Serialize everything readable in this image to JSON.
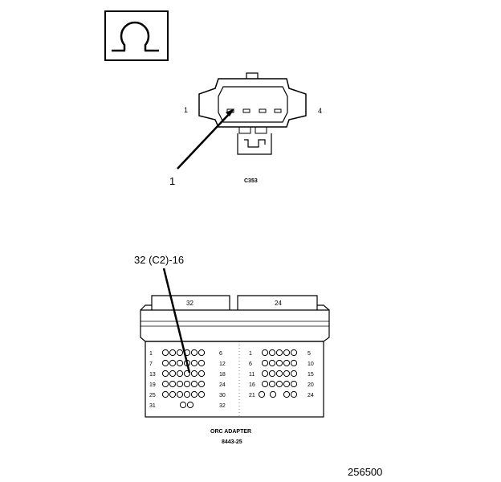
{
  "symbol": {
    "icon": "ohm-symbol-icon",
    "glyph": "Ω"
  },
  "connector_c353": {
    "pin_left": "1",
    "pin_right": "4",
    "callout": "1",
    "label": "C353"
  },
  "adapter": {
    "callout": "32 (C2)-16",
    "tab_left": "32",
    "tab_right": "24",
    "left_block": {
      "rows": [
        {
          "start": "1",
          "end": "6"
        },
        {
          "start": "7",
          "end": "12"
        },
        {
          "start": "13",
          "end": "18"
        },
        {
          "start": "19",
          "end": "24"
        },
        {
          "start": "25",
          "end": "30"
        },
        {
          "start": "31",
          "end": "32"
        }
      ]
    },
    "right_block": {
      "rows": [
        {
          "start": "1",
          "end": "5"
        },
        {
          "start": "6",
          "end": "10"
        },
        {
          "start": "11",
          "end": "15"
        },
        {
          "start": "16",
          "end": "20"
        },
        {
          "start": "21",
          "end": "24"
        }
      ]
    },
    "label": "ORC ADAPTER",
    "part_number": "8443-25"
  },
  "figure_number": "256500"
}
